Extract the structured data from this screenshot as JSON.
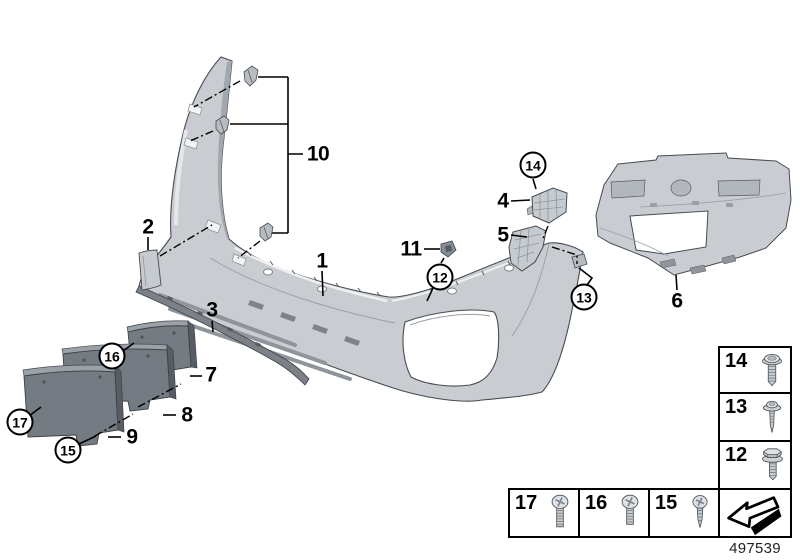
{
  "colors": {
    "background": "#ffffff",
    "line": "#000000",
    "part_light": "#c9cdd1",
    "part_mid": "#a9aeb3",
    "part_dark": "#747b82",
    "part_darker": "#565c62"
  },
  "callouts": {
    "n1": "1",
    "n2": "2",
    "n3": "3",
    "n4": "4",
    "n5": "5",
    "n6": "6",
    "n7": "7",
    "n8": "8",
    "n9": "9",
    "n10": "10",
    "n11": "11",
    "c12": "12",
    "c13": "13",
    "c14": "14",
    "c15": "15",
    "c16": "16",
    "c17": "17"
  },
  "fastener_table": {
    "column": [
      {
        "id": "14",
        "icon": "flange-head-screw-icon"
      },
      {
        "id": "13",
        "icon": "tapping-screw-washer-icon"
      },
      {
        "id": "12",
        "icon": "hex-flange-bolt-icon"
      }
    ],
    "row": [
      {
        "id": "17",
        "icon": "phillips-machine-screw-long-icon"
      },
      {
        "id": "16",
        "icon": "phillips-machine-screw-icon"
      },
      {
        "id": "15",
        "icon": "phillips-tapping-screw-icon"
      }
    ],
    "direction_arrow_icon": "direction-arrow-icon"
  },
  "footer": {
    "diagram_number": "497539"
  }
}
